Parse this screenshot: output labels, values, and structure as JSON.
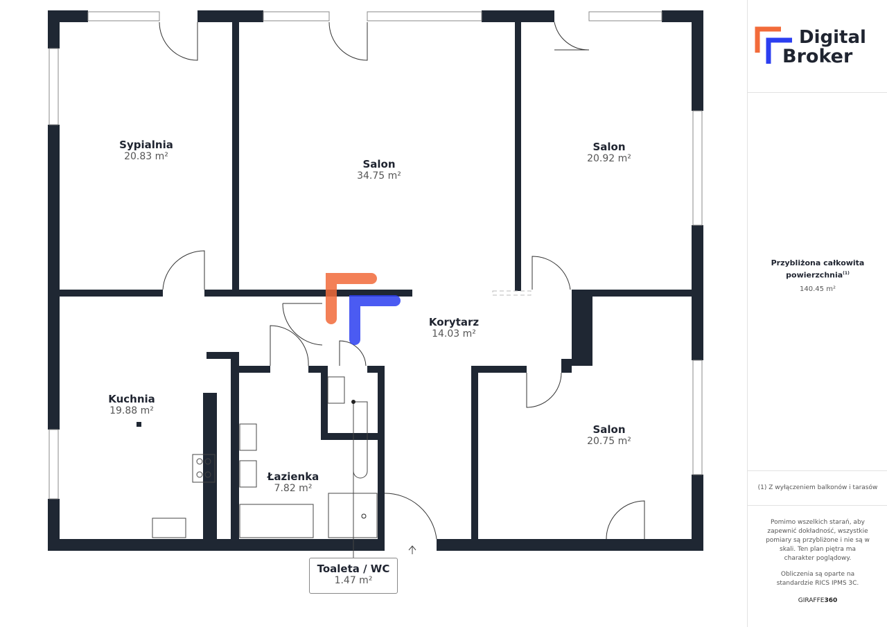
{
  "brand": {
    "line1": "Digital",
    "line2": "Broker",
    "accent_orange": "#f26b3a",
    "accent_blue": "#2c3ff0"
  },
  "rooms": [
    {
      "name": "Sypialnia",
      "area": "20.83 m²"
    },
    {
      "name": "Salon",
      "area": "34.75 m²"
    },
    {
      "name": "Salon",
      "area": "20.92 m²"
    },
    {
      "name": "Korytarz",
      "area": "14.03 m²"
    },
    {
      "name": "Kuchnia",
      "area": "19.88 m²"
    },
    {
      "name": "Łazienka",
      "area": "7.82 m²"
    },
    {
      "name": "Salon",
      "area": "20.75 m²"
    },
    {
      "name": "Toaleta / WC",
      "area": "1.47 m²"
    }
  ],
  "panel": {
    "total_title": "Przybliżona całkowita powierzchnia",
    "total_sup": "(1)",
    "total_area": "140.45 m²",
    "footnote": "(1) Z wyłączeniem balkonów i tarasów",
    "disclaimer": "Pomimo wszelkich starań, aby zapewnić dokładność, wszystkie pomiary są przybliżone i nie są w skali. Ten plan piętra ma charakter poglądowy.",
    "standard": "Obliczenia są oparte na standardzie RICS IPMS 3C.",
    "credit_a": "GIRAFFE",
    "credit_b": "360"
  }
}
